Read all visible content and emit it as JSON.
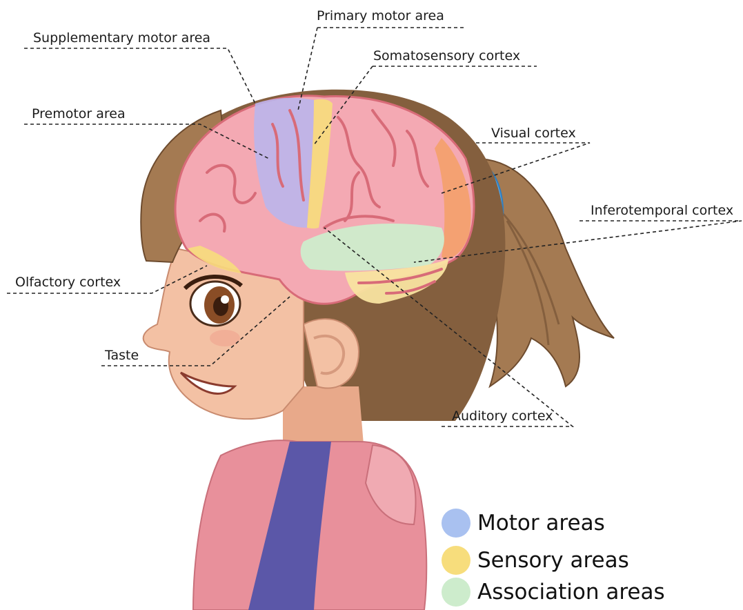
{
  "labels": {
    "primary_motor_area": "Primary motor area",
    "supplementary_motor_area": "Supplementary motor area",
    "somatosensory_cortex": "Somatosensory cortex",
    "premotor_area": "Premotor area",
    "visual_cortex": "Visual cortex",
    "inferotemporal_cortex": "Inferotemporal cortex",
    "olfactory_cortex": "Olfactory cortex",
    "taste": "Taste",
    "auditory_cortex": "Auditory cortex"
  },
  "legend": [
    {
      "label": "Motor areas",
      "color": "#a9c1f0"
    },
    {
      "label": "Sensory areas",
      "color": "#f7dd7c"
    },
    {
      "label": "Association areas",
      "color": "#cdeccc"
    }
  ],
  "colors": {
    "hair": "#a47a52",
    "hair_dark": "#845f3e",
    "skin": "#f3c1a4",
    "brain": "#f4a9b3",
    "brain_folds": "#d86b78",
    "vest": "#e8909b",
    "shirt": "#5b57a8",
    "hair_tie": "#5aa8e6"
  }
}
